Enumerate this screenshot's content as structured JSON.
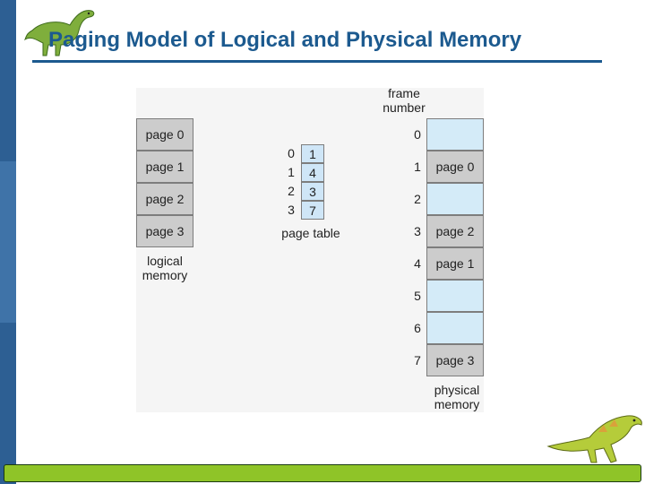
{
  "title": "Paging Model of Logical and Physical Memory",
  "logical_memory": {
    "pages": [
      "page 0",
      "page 1",
      "page 2",
      "page 3"
    ],
    "label_line1": "logical",
    "label_line2": "memory"
  },
  "page_table": {
    "indices": [
      "0",
      "1",
      "2",
      "3"
    ],
    "frames": [
      "1",
      "4",
      "3",
      "7"
    ],
    "label": "page table"
  },
  "physical_memory": {
    "header_line1": "frame",
    "header_line2": "number",
    "frame_numbers": [
      "0",
      "1",
      "2",
      "3",
      "4",
      "5",
      "6",
      "7"
    ],
    "frames": [
      "",
      "page 0",
      "",
      "page 2",
      "page 1",
      "",
      "",
      "page 3"
    ],
    "label_line1": "physical",
    "label_line2": "memory"
  },
  "colors": {
    "title": "#1c5a8f",
    "sidebar": "#2d5f93",
    "footer": "#8fc428",
    "frame_empty": "#d4ebf8",
    "frame_full": "#cccccc",
    "page_table": "#cfe6f7"
  }
}
